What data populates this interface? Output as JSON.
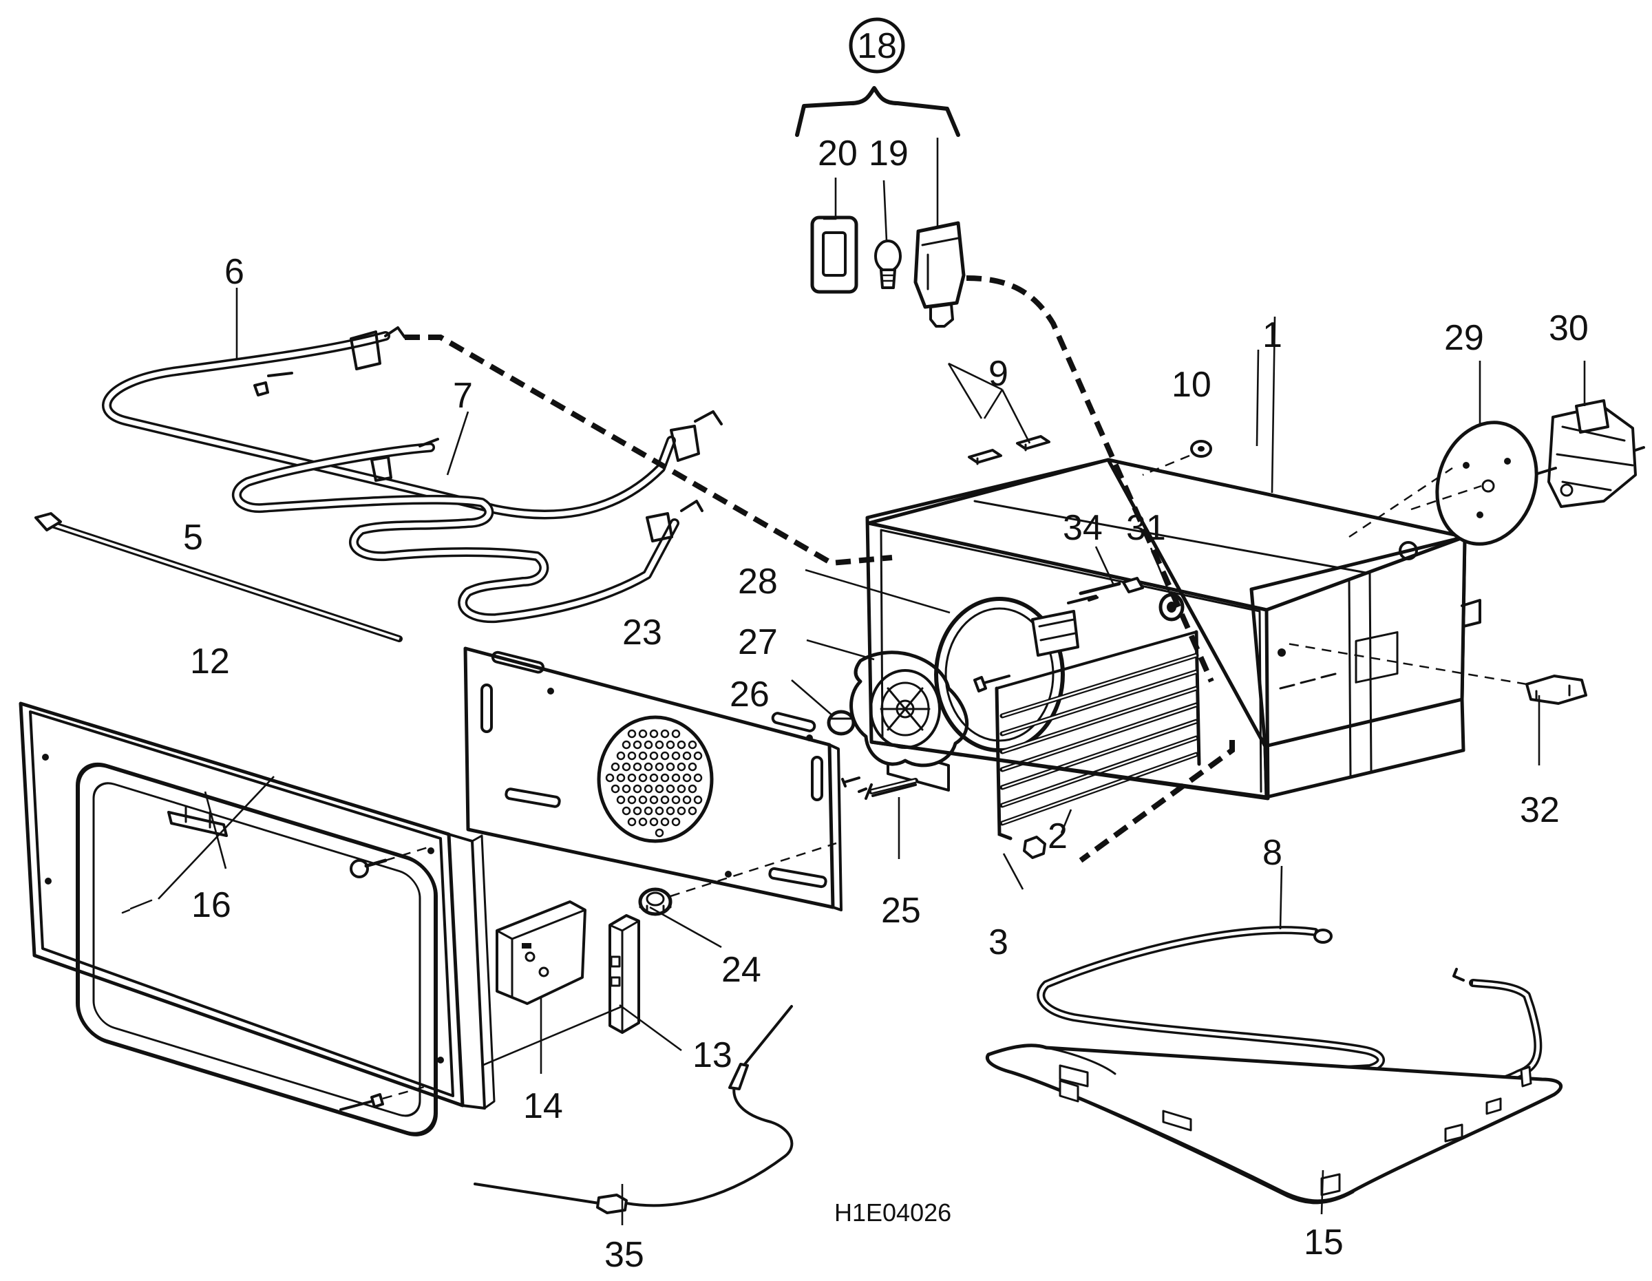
{
  "diagram": {
    "code": "H1E04026",
    "group": {
      "number": "18",
      "members": [
        "20",
        "19"
      ]
    },
    "labels": [
      {
        "id": "1",
        "text": "1"
      },
      {
        "id": "2",
        "text": "2"
      },
      {
        "id": "3",
        "text": "3"
      },
      {
        "id": "5",
        "text": "5"
      },
      {
        "id": "6",
        "text": "6"
      },
      {
        "id": "7",
        "text": "7"
      },
      {
        "id": "8",
        "text": "8"
      },
      {
        "id": "9",
        "text": "9"
      },
      {
        "id": "10",
        "text": "10"
      },
      {
        "id": "12",
        "text": "12"
      },
      {
        "id": "13",
        "text": "13"
      },
      {
        "id": "14",
        "text": "14"
      },
      {
        "id": "15",
        "text": "15"
      },
      {
        "id": "16",
        "text": "16"
      },
      {
        "id": "19",
        "text": "19"
      },
      {
        "id": "20",
        "text": "20"
      },
      {
        "id": "23",
        "text": "23"
      },
      {
        "id": "24",
        "text": "24"
      },
      {
        "id": "25",
        "text": "25"
      },
      {
        "id": "26",
        "text": "26"
      },
      {
        "id": "27",
        "text": "27"
      },
      {
        "id": "28",
        "text": "28"
      },
      {
        "id": "29",
        "text": "29"
      },
      {
        "id": "30",
        "text": "30"
      },
      {
        "id": "31",
        "text": "31"
      },
      {
        "id": "32",
        "text": "32"
      },
      {
        "id": "34",
        "text": "34"
      },
      {
        "id": "35",
        "text": "35"
      }
    ]
  }
}
